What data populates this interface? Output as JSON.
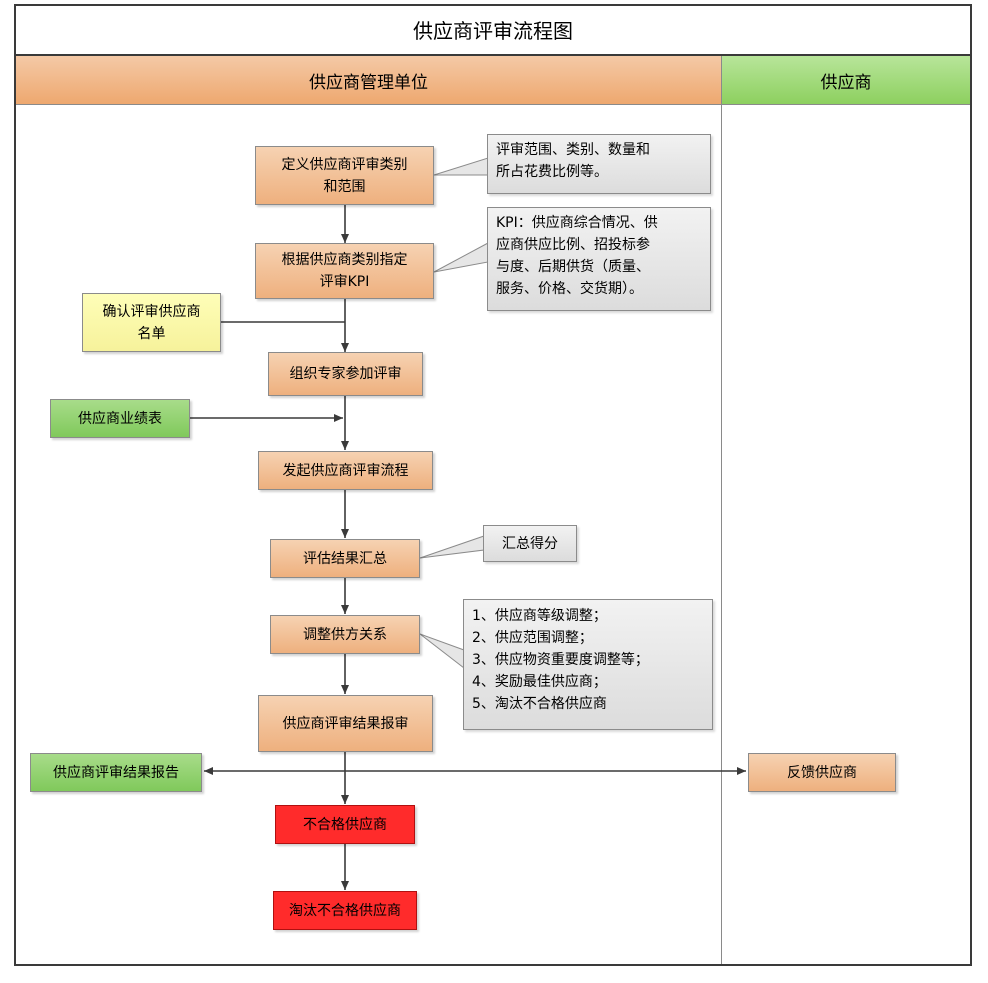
{
  "title": "供应商评审流程图",
  "lanes": {
    "management": "供应商管理单位",
    "supplier": "供应商"
  },
  "steps": {
    "define_category": "定义供应商评审类别\n和范围",
    "assign_kpi": "根据供应商类别指定\n评审KPI",
    "organize_experts": "组织专家参加评审",
    "start_process": "发起供应商评审流程",
    "summarize_results": "评估结果汇总",
    "adjust_relationship": "调整供方关系",
    "report_results": "供应商评审结果报审",
    "unqualified": "不合格供应商",
    "eliminate": "淘汰不合格供应商"
  },
  "inputs": {
    "confirm_list": "确认评审供应商\n名单",
    "performance_table": "供应商业绩表",
    "review_report": "供应商评审结果报告",
    "feedback": "反馈供应商"
  },
  "notes": {
    "scope_note": "评审范围、类别、数量和\n所占花费比例等。",
    "kpi_note": "KPI：供应商综合情况、供\n应商供应比例、招投标参\n与度、后期供货（质量、\n服务、价格、交货期）。",
    "score_note": "汇总得分",
    "adjust_note": "1、供应商等级调整；\n2、供应范围调整；\n3、供应物资重要度调整等；\n4、奖励最佳供应商；\n5、淘汰不合格供应商"
  },
  "colors": {
    "orange": "#eeb07e",
    "green": "#80c95b",
    "yellow": "#f6f29b",
    "red": "#ff2b2b",
    "note_gray": "#dcdcdc"
  }
}
